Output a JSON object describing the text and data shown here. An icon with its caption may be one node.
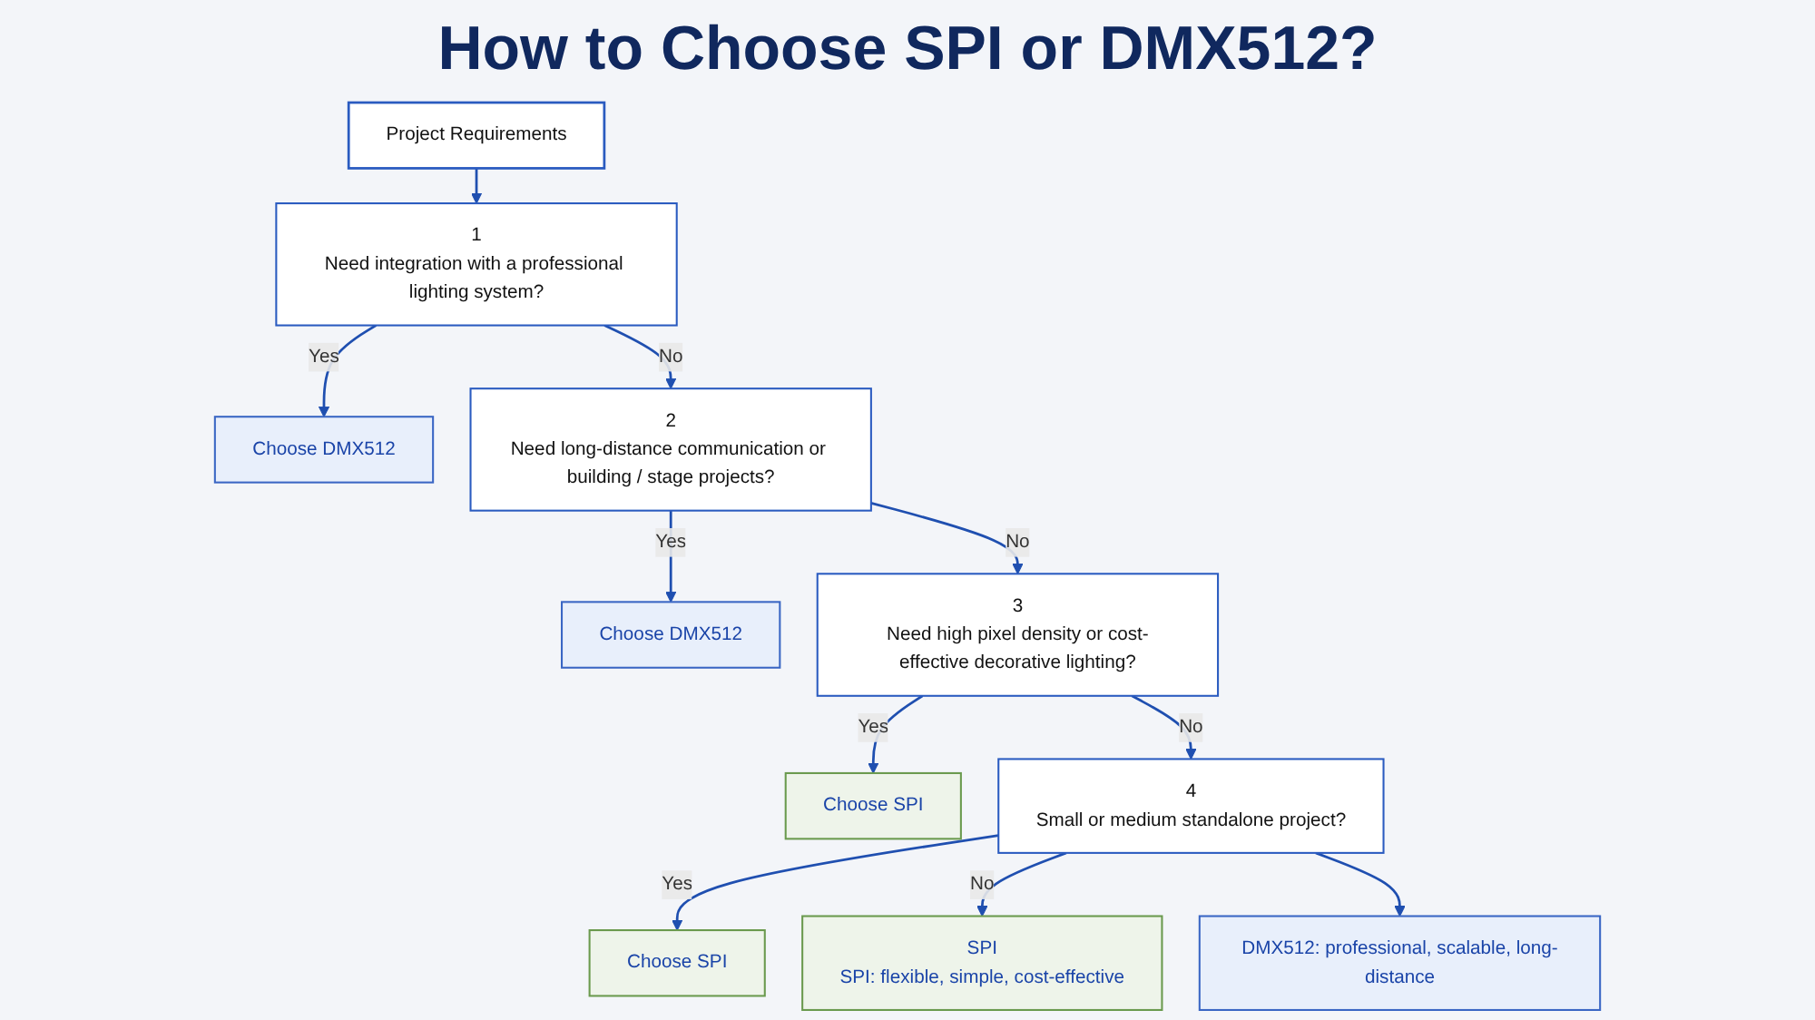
{
  "diagram": {
    "title": "How to Choose SPI or DMX512?",
    "nodes": [
      {
        "text": [
          "Project Requirements"
        ]
      },
      {
        "text": [
          "1",
          "Need integration with a professional lighting system?"
        ]
      },
      {
        "text": [
          "Choose DMX512"
        ]
      },
      {
        "text": [
          "2",
          "Need long-distance communication or building / stage projects?"
        ]
      },
      {
        "text": [
          "Choose DMX512"
        ]
      },
      {
        "text": [
          "3",
          "Need high pixel density or cost-effective decorative lighting?"
        ]
      },
      {
        "text": [
          "Choose SPI"
        ]
      },
      {
        "text": [
          "4",
          "Small or medium standalone project?"
        ]
      },
      {
        "text": [
          "Choose SPI"
        ]
      },
      {
        "text": [
          "SPI",
          "SPI: flexible, simple, cost-effective"
        ]
      },
      {
        "text": [
          "DMX512: professional, scalable, long-distance"
        ]
      }
    ],
    "edges": [
      {
        "from": 0,
        "to": 1,
        "arrow": "to"
      },
      {
        "from": 1,
        "to": 2,
        "arrow": "to",
        "label": "Yes"
      },
      {
        "from": 1,
        "to": 3,
        "arrow": "to",
        "label": "No"
      },
      {
        "from": 3,
        "to": 4,
        "arrow": "to",
        "label": "Yes"
      },
      {
        "from": 3,
        "to": 5,
        "arrow": "to",
        "label": "No"
      },
      {
        "from": 5,
        "to": 6,
        "arrow": "to",
        "label": "Yes"
      },
      {
        "from": 5,
        "to": 7,
        "arrow": "to",
        "label": "No"
      },
      {
        "from": 7,
        "to": 8,
        "arrow": "to",
        "label": "Yes"
      },
      {
        "from": 7,
        "to": 9,
        "arrow": "to",
        "label": "No"
      },
      {
        "from": 7,
        "to": 10,
        "arrow": "to"
      }
    ]
  }
}
